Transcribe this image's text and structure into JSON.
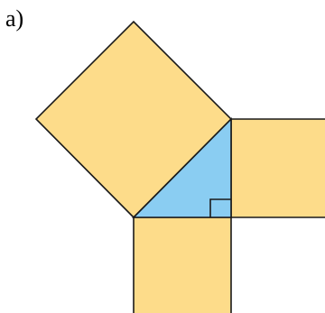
{
  "panel_label": "a)",
  "colors": {
    "square_fill": "#FDDC8A",
    "triangle_fill": "#8ACDF2",
    "stroke": "#1a1a1a",
    "background": "#ffffff"
  },
  "shapes": [
    {
      "name": "hypotenuse-square",
      "role": "square",
      "color": "square_fill"
    },
    {
      "name": "leg-square-right",
      "role": "square",
      "color": "square_fill"
    },
    {
      "name": "leg-square-bottom",
      "role": "square",
      "color": "square_fill"
    },
    {
      "name": "right-triangle",
      "role": "triangle",
      "color": "triangle_fill"
    },
    {
      "name": "right-angle-marker",
      "role": "marker",
      "color": "none"
    }
  ]
}
